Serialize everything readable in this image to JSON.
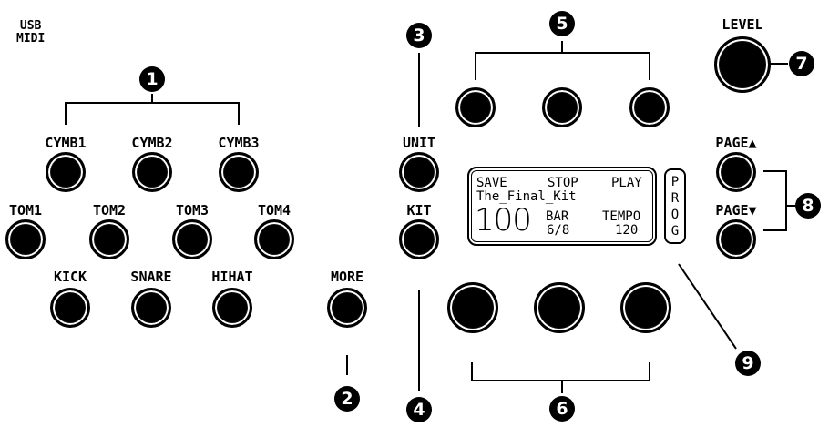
{
  "usb_midi": [
    "USB",
    "MIDI"
  ],
  "labels": {
    "cymb1": "CYMB1",
    "cymb2": "CYMB2",
    "cymb3": "CYMB3",
    "tom1": "TOM1",
    "tom2": "TOM2",
    "tom3": "TOM3",
    "tom4": "TOM4",
    "kick": "KICK",
    "snare": "SNARE",
    "hihat": "HIHAT",
    "more": "MORE",
    "unit": "UNIT",
    "kit": "KIT",
    "level": "LEVEL",
    "page_up": "PAGE▲",
    "page_down": "PAGE▼"
  },
  "callouts": [
    "1",
    "2",
    "3",
    "4",
    "5",
    "6",
    "7",
    "8",
    "9"
  ],
  "lcd": {
    "save": "SAVE",
    "stop": "STOP",
    "play": "PLAY",
    "kit_name": "The_Final_Kit",
    "number": "100",
    "bar_label": "BAR",
    "bar_value": "6/8",
    "tempo_label": "TEMPO",
    "tempo_value": "120",
    "prog": [
      "P",
      "R",
      "O",
      "G"
    ]
  }
}
